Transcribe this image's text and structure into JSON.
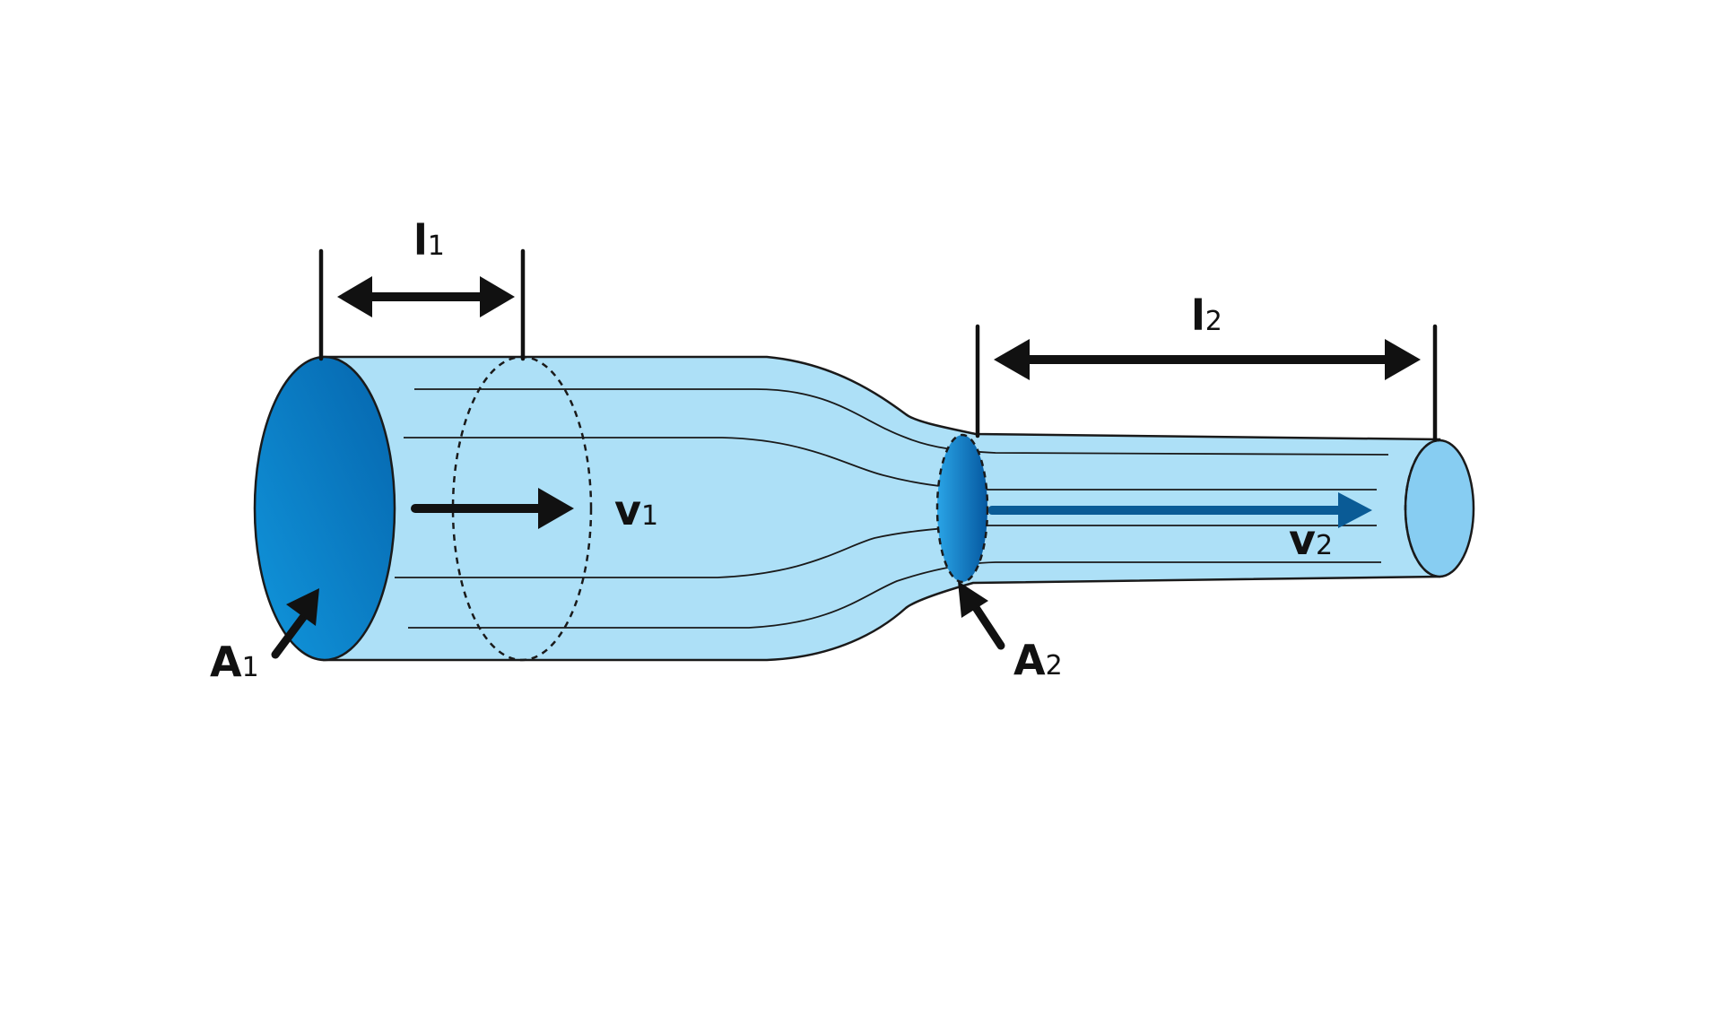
{
  "labels": {
    "l1": {
      "main": "l",
      "sub": "1"
    },
    "l2": {
      "main": "l",
      "sub": "2"
    },
    "v1": {
      "main": "v",
      "sub": "1"
    },
    "v2": {
      "main": "v",
      "sub": "2"
    },
    "a1": {
      "main": "A",
      "sub": "1"
    },
    "a2": {
      "main": "A",
      "sub": "2"
    }
  },
  "colors": {
    "pipe_fill": "#ade0f7",
    "outline": "#1a1a1a",
    "cross_section_dark": "#0565ad",
    "cross_section_light": "#1196dc",
    "outlet_fill": "#87cdf2",
    "v2_arrow": "#0a5b96",
    "arrow_black": "#111111"
  }
}
